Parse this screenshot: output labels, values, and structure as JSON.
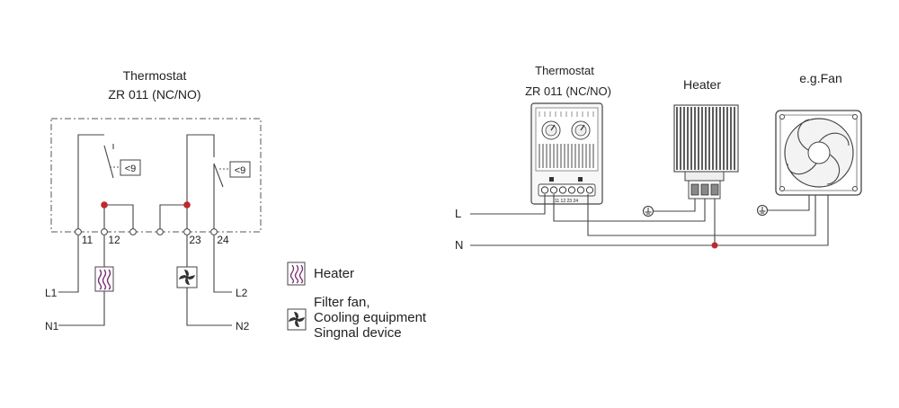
{
  "left_schematic": {
    "title_line1": "Thermostat",
    "title_line2": "ZR  011 (NC/NO)",
    "contact_symbol_nc": "<9",
    "contact_symbol_no": "<9",
    "terminals": [
      "11",
      "12",
      "23",
      "24"
    ],
    "supply": [
      "L1",
      "N1",
      "L2",
      "N2"
    ],
    "legend": {
      "heater": "Heater",
      "fan_line1": "Filter  fan,",
      "fan_line2": "Cooling equipment",
      "fan_line3": "Singnal device"
    }
  },
  "right_wiring": {
    "thermostat_line1": "Thermostat",
    "thermostat_line2": "ZR  011 (NC/NO)",
    "heater": "Heater",
    "fan": "e.g.Fan",
    "L": "L",
    "N": "N",
    "device_terminals": "11 12        23 24"
  },
  "colors": {
    "junction": "#c0282d",
    "wire": "#444444"
  }
}
